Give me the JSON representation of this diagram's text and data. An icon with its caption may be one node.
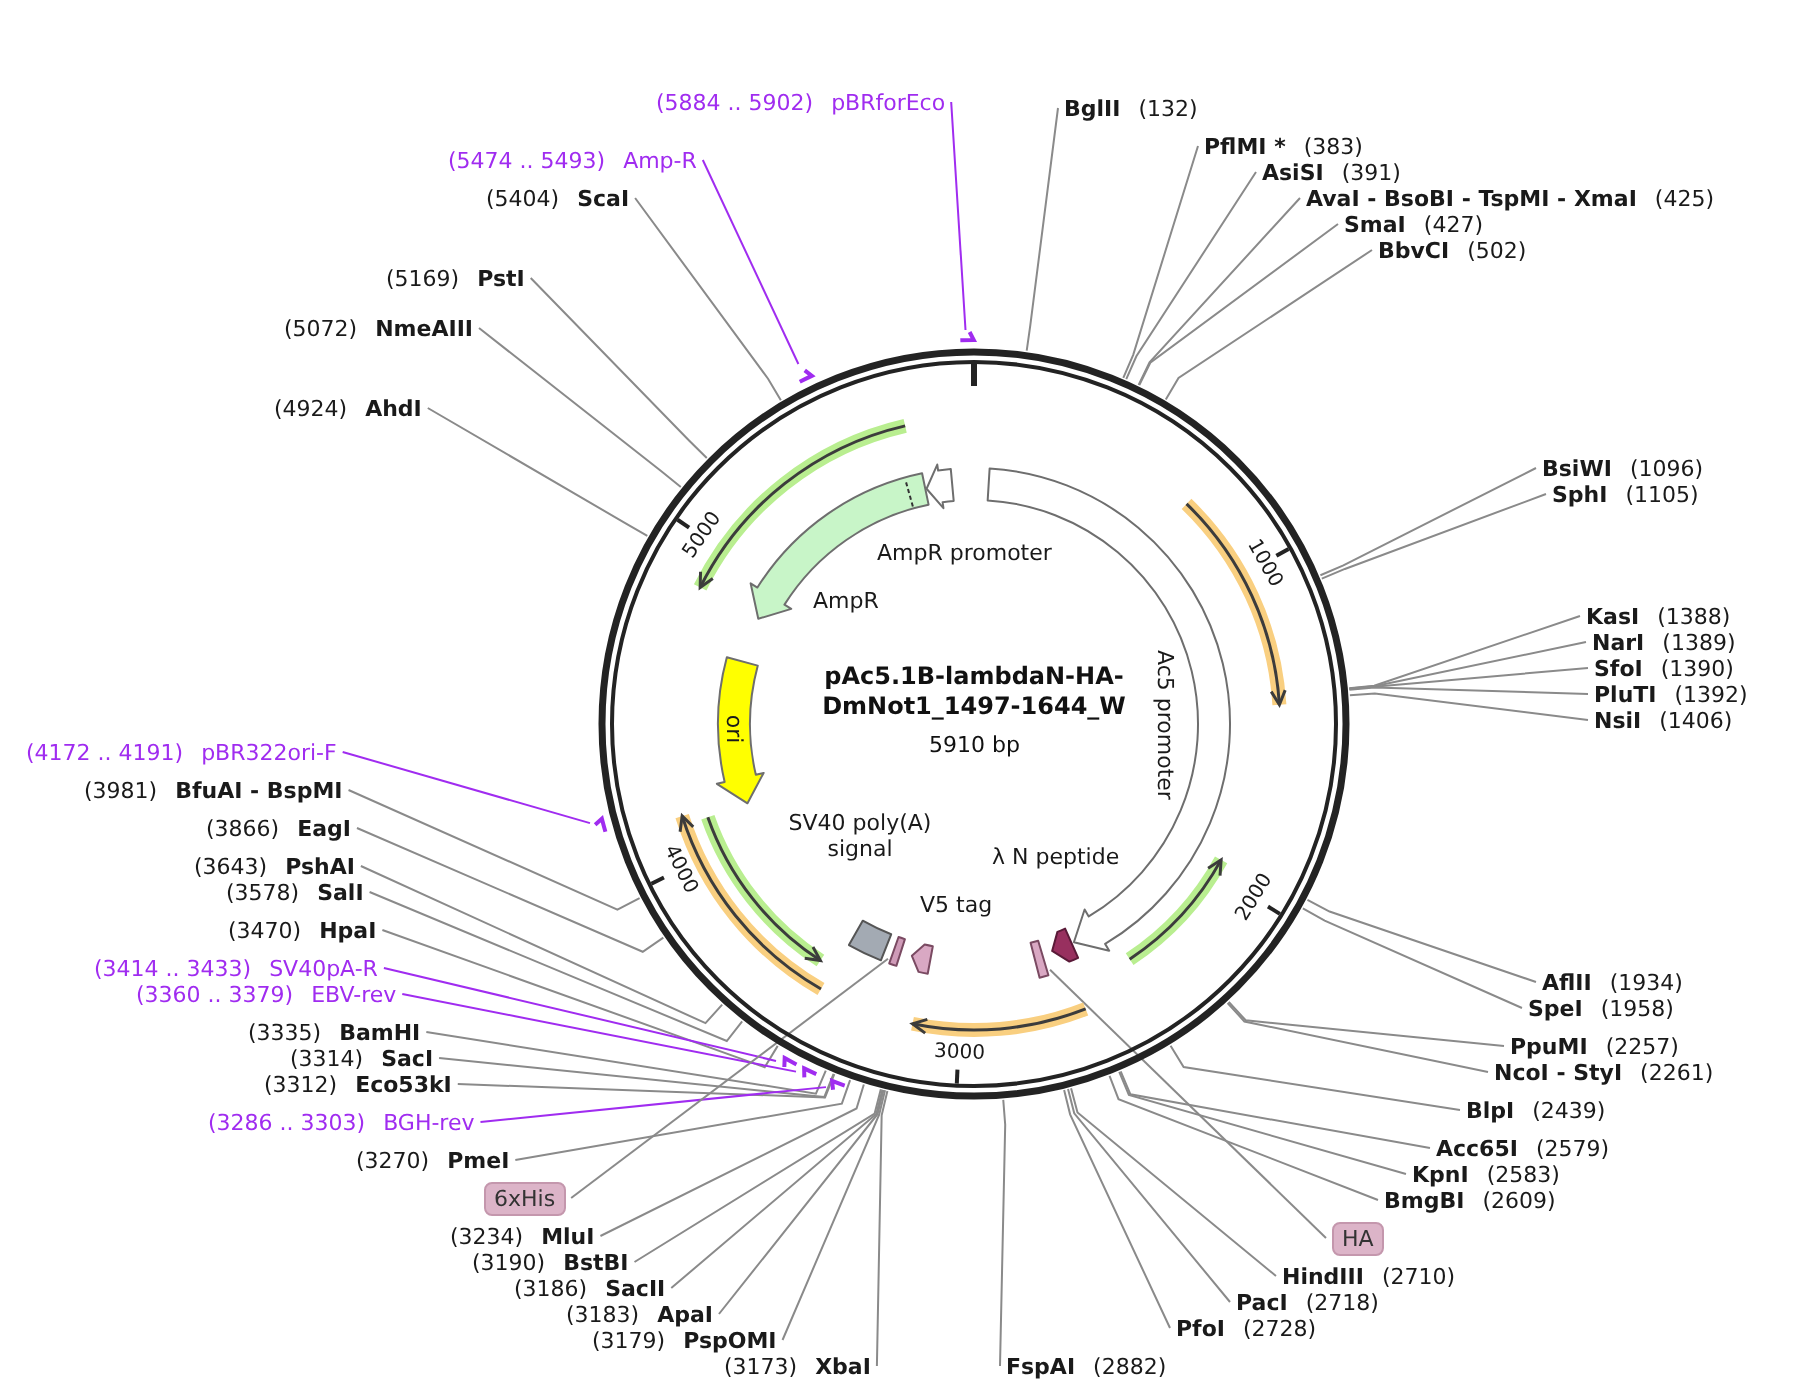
{
  "diagram": {
    "nodes": [
      {
        "text": [
          "pAc5.1B-lambdaN-HA-DmNot1_1497-1644_W",
          "5910 bp"
        ]
      },
      {
        "text": [
          "AmpR promoter"
        ],
        "in": 0
      },
      {
        "text": [
          "AmpR"
        ],
        "in": 0
      },
      {
        "text": [
          "Ac5 promoter"
        ],
        "in": 0
      },
      {
        "text": [
          "ori"
        ],
        "in": 0
      },
      {
        "text": [
          "SV40 poly(A) signal"
        ],
        "in": 0
      },
      {
        "text": [
          "V5 tag"
        ],
        "in": 0
      },
      {
        "text": [],
        "shape": "box",
        "in": 0
      },
      {
        "text": [],
        "shape": "box",
        "in": 0
      },
      {
        "text": [
          "λ N peptide"
        ],
        "in": 0
      },
      {
        "text": [
          "(5884 .. 5902)",
          "pBRforEco"
        ]
      },
      {
        "text": [
          "BglII",
          "(132)"
        ]
      },
      {
        "text": [
          "PflMI *",
          "(383)"
        ]
      },
      {
        "text": [
          "(5474 .. 5493)",
          "Amp-R"
        ]
      },
      {
        "text": [
          "AsiSI",
          "(391)"
        ]
      },
      {
        "text": [
          "(5404)",
          "ScaI"
        ]
      },
      {
        "text": [
          "AvaI - BsoBI - TspMI - XmaI",
          "(425)"
        ]
      },
      {
        "text": [
          "SmaI",
          "(427)"
        ]
      },
      {
        "text": [
          "BbvCI",
          "(502)"
        ]
      },
      {
        "text": [
          "(5169)",
          "PstI"
        ]
      },
      {
        "text": [
          "(5072)",
          "NmeAIII"
        ]
      },
      {
        "text": [
          "(4924)",
          "AhdI"
        ]
      },
      {
        "text": [
          "BsiWI",
          "(1096)"
        ]
      },
      {
        "text": [
          "SphI",
          "(1105)"
        ]
      },
      {
        "text": [
          "KasI",
          "(1388)"
        ]
      },
      {
        "text": [
          "NarI",
          "(1389)"
        ]
      },
      {
        "text": [
          "SfoI",
          "(1390)"
        ]
      },
      {
        "text": [
          "PluTI",
          "(1392)"
        ]
      },
      {
        "text": [
          "NsiI",
          "(1406)"
        ]
      },
      {
        "text": [
          "(4172 .. 4191)",
          "pBR322ori-F"
        ]
      },
      {
        "text": [
          "(3981)",
          "BfuAI - BspMI"
        ]
      },
      {
        "text": [
          "(3866)",
          "EagI"
        ]
      },
      {
        "text": [
          "(3643)",
          "PshAI"
        ]
      },
      {
        "text": [
          "(3578)",
          "SalI"
        ]
      },
      {
        "text": [
          "(3470)",
          "HpaI"
        ]
      },
      {
        "text": [
          "(3414 .. 3433)",
          "SV40pA-R"
        ]
      },
      {
        "text": [
          "AflII",
          "(1934)"
        ]
      },
      {
        "text": [
          "(3360 .. 3379)",
          "EBV-rev"
        ]
      },
      {
        "text": [
          "SpeI",
          "(1958)"
        ]
      },
      {
        "text": [
          "(3335)",
          "BamHI"
        ]
      },
      {
        "text": [
          "PpuMI",
          "(2257)"
        ]
      },
      {
        "text": [
          "(3314)",
          "SacI"
        ]
      },
      {
        "text": [
          "NcoI - StyI",
          "(2261)"
        ]
      },
      {
        "text": [
          "(3312)",
          "Eco53kI"
        ]
      },
      {
        "text": [
          "BlpI",
          "(2439)"
        ]
      },
      {
        "text": [
          "(3286 .. 3303)",
          "BGH-rev"
        ]
      },
      {
        "text": [
          "Acc65I",
          "(2579)"
        ]
      },
      {
        "text": [
          "(3270)",
          "PmeI"
        ]
      },
      {
        "text": [
          "KpnI",
          "(2583)"
        ]
      },
      {
        "text": [
          "6xHis"
        ]
      },
      {
        "text": [
          "BmgBI",
          "(2609)"
        ]
      },
      {
        "text": [
          "(3234)",
          "MluI"
        ]
      },
      {
        "text": [
          "HA"
        ]
      },
      {
        "text": [
          "(3190)",
          "BstBI"
        ]
      },
      {
        "text": [
          "HindIII",
          "(2710)"
        ]
      },
      {
        "text": [
          "(3186)",
          "SacII"
        ]
      },
      {
        "text": [
          "PacI",
          "(2718)"
        ]
      },
      {
        "text": [
          "(3183)",
          "ApaI"
        ]
      },
      {
        "text": [
          "PfoI",
          "(2728)"
        ]
      },
      {
        "text": [
          "(3179)",
          "PspOMI"
        ]
      },
      {
        "text": [
          "(3173)",
          "XbaI"
        ]
      },
      {
        "text": [
          "FspAI",
          "(2882)"
        ]
      },
      {
        "text": [],
        "shape": "bar"
      },
      {
        "text": [],
        "shape": "bar"
      },
      {
        "text": [],
        "shape": "bar"
      },
      {
        "text": [],
        "shape": "bar"
      },
      {
        "text": [],
        "shape": "bar"
      },
      {
        "text": [],
        "shape": "bar"
      }
    ],
    "edges": [
      {
        "from": 10,
        "to": 62,
        "arrow": "none",
        "color": "#a02cf0"
      },
      {
        "from": 11,
        "to": 0,
        "arrow": "none"
      },
      {
        "from": 12,
        "to": 0,
        "arrow": "none"
      },
      {
        "from": 13,
        "to": 63,
        "arrow": "none",
        "color": "#a02cf0"
      },
      {
        "from": 14,
        "to": 0,
        "arrow": "none"
      },
      {
        "from": 15,
        "to": 0,
        "arrow": "none"
      },
      {
        "from": 16,
        "to": 0,
        "arrow": "none"
      },
      {
        "from": 17,
        "to": 0,
        "arrow": "none"
      },
      {
        "from": 18,
        "to": 0,
        "arrow": "none"
      },
      {
        "from": 19,
        "to": 0,
        "arrow": "none"
      },
      {
        "from": 20,
        "to": 0,
        "arrow": "none"
      },
      {
        "from": 21,
        "to": 0,
        "arrow": "none"
      },
      {
        "from": 22,
        "to": 0,
        "arrow": "none"
      },
      {
        "from": 23,
        "to": 0,
        "arrow": "none"
      },
      {
        "from": 24,
        "to": 0,
        "arrow": "none"
      },
      {
        "from": 25,
        "to": 0,
        "arrow": "none"
      },
      {
        "from": 26,
        "to": 0,
        "arrow": "none"
      },
      {
        "from": 27,
        "to": 0,
        "arrow": "none"
      },
      {
        "from": 28,
        "to": 0,
        "arrow": "none"
      },
      {
        "from": 29,
        "to": 64,
        "arrow": "none",
        "color": "#a02cf0"
      },
      {
        "from": 30,
        "to": 0,
        "arrow": "none"
      },
      {
        "from": 31,
        "to": 0,
        "arrow": "none"
      },
      {
        "from": 32,
        "to": 0,
        "arrow": "none"
      },
      {
        "from": 33,
        "to": 0,
        "arrow": "none"
      },
      {
        "from": 34,
        "to": 0,
        "arrow": "none"
      },
      {
        "from": 35,
        "to": 65,
        "arrow": "none",
        "color": "#a02cf0"
      },
      {
        "from": 36,
        "to": 0,
        "arrow": "none"
      },
      {
        "from": 37,
        "to": 66,
        "arrow": "none",
        "color": "#a02cf0"
      },
      {
        "from": 38,
        "to": 0,
        "arrow": "none"
      },
      {
        "from": 39,
        "to": 0,
        "arrow": "none"
      },
      {
        "from": 40,
        "to": 0,
        "arrow": "none"
      },
      {
        "from": 41,
        "to": 0,
        "arrow": "none"
      },
      {
        "from": 42,
        "to": 0,
        "arrow": "none"
      },
      {
        "from": 43,
        "to": 0,
        "arrow": "none"
      },
      {
        "from": 44,
        "to": 0,
        "arrow": "none"
      },
      {
        "from": 45,
        "to": 67,
        "arrow": "none",
        "color": "#a02cf0"
      },
      {
        "from": 46,
        "to": 0,
        "arrow": "none"
      },
      {
        "from": 47,
        "to": 0,
        "arrow": "none"
      },
      {
        "from": 48,
        "to": 0,
        "arrow": "none"
      },
      {
        "from": 49,
        "to": 7,
        "arrow": "none"
      },
      {
        "from": 50,
        "to": 0,
        "arrow": "none"
      },
      {
        "from": 51,
        "to": 0,
        "arrow": "none"
      },
      {
        "from": 52,
        "to": 8,
        "arrow": "none"
      },
      {
        "from": 53,
        "to": 0,
        "arrow": "none"
      },
      {
        "from": 54,
        "to": 0,
        "arrow": "none"
      },
      {
        "from": 55,
        "to": 0,
        "arrow": "none"
      },
      {
        "from": 56,
        "to": 0,
        "arrow": "none"
      },
      {
        "from": 57,
        "to": 0,
        "arrow": "none"
      },
      {
        "from": 58,
        "to": 0,
        "arrow": "none"
      },
      {
        "from": 59,
        "to": 0,
        "arrow": "none"
      },
      {
        "from": 60,
        "to": 0,
        "arrow": "none"
      },
      {
        "from": 61,
        "to": 0,
        "arrow": "none"
      }
    ],
    "labels": [
      "1000",
      "2000",
      "3000",
      "4000",
      "5000"
    ]
  }
}
